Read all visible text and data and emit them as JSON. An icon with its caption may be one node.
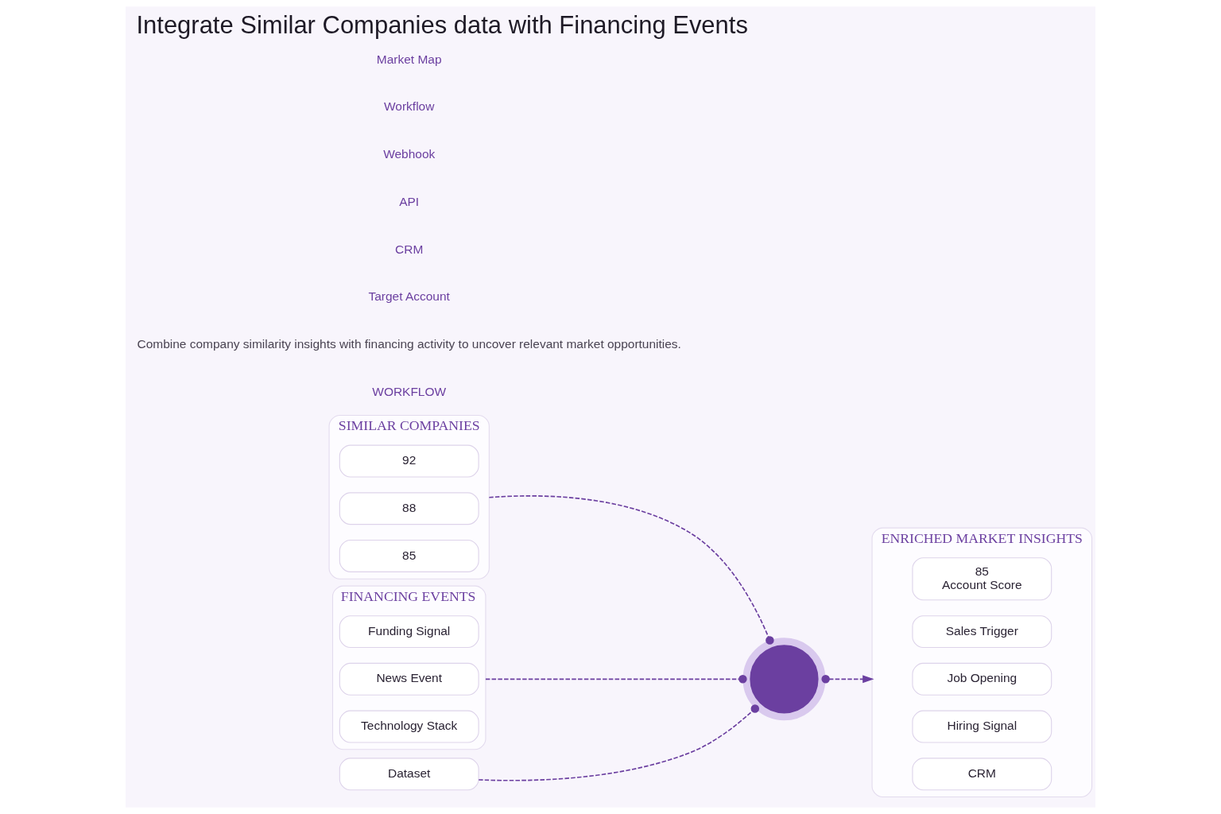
{
  "diagram": {
    "title": "Integrate Similar Companies data with Financing Events",
    "nodes": [
      {
        "text": [
          "SIMILAR COMPANIES"
        ]
      },
      {
        "text": [
          "92"
        ],
        "in": 0
      },
      {
        "text": [
          "88"
        ],
        "in": 0
      },
      {
        "text": [
          "85"
        ],
        "in": 0
      },
      {
        "text": [
          "FINANCING EVENTS"
        ]
      },
      {
        "text": [
          "Funding Signal"
        ],
        "in": 4
      },
      {
        "text": [
          "News Event"
        ],
        "in": 4
      },
      {
        "text": [
          "Technology Stack"
        ],
        "in": 4
      },
      {
        "text": [],
        "shape": "circle"
      },
      {
        "text": [
          "Dataset"
        ]
      },
      {
        "text": [
          "ENRICHED MARKET INSIGHTS"
        ]
      },
      {
        "text": [
          "85",
          "Account Score"
        ],
        "in": 10
      },
      {
        "text": [
          "Sales Trigger"
        ],
        "in": 10
      },
      {
        "text": [
          "Job Opening"
        ],
        "in": 10
      },
      {
        "text": [
          "Hiring Signal"
        ],
        "in": 10
      },
      {
        "text": [
          "CRM"
        ],
        "in": 10
      }
    ],
    "edges": [
      {
        "from": 0,
        "to": 8,
        "arrow": "other",
        "style": "dashed"
      },
      {
        "from": 4,
        "to": 8,
        "arrow": "other",
        "style": "dashed"
      },
      {
        "from": 8,
        "to": 10,
        "arrow": "to",
        "style": "dashed"
      },
      {
        "from": 9,
        "to": 8,
        "arrow": "other",
        "style": "dashed"
      }
    ],
    "labels": [
      "WORKFLOW",
      "Combine company similarity insights with financing activity to uncover relevant market opportunities.",
      "Target Account",
      "CRM",
      "API",
      "Webhook",
      "Workflow",
      "Market Map"
    ]
  }
}
